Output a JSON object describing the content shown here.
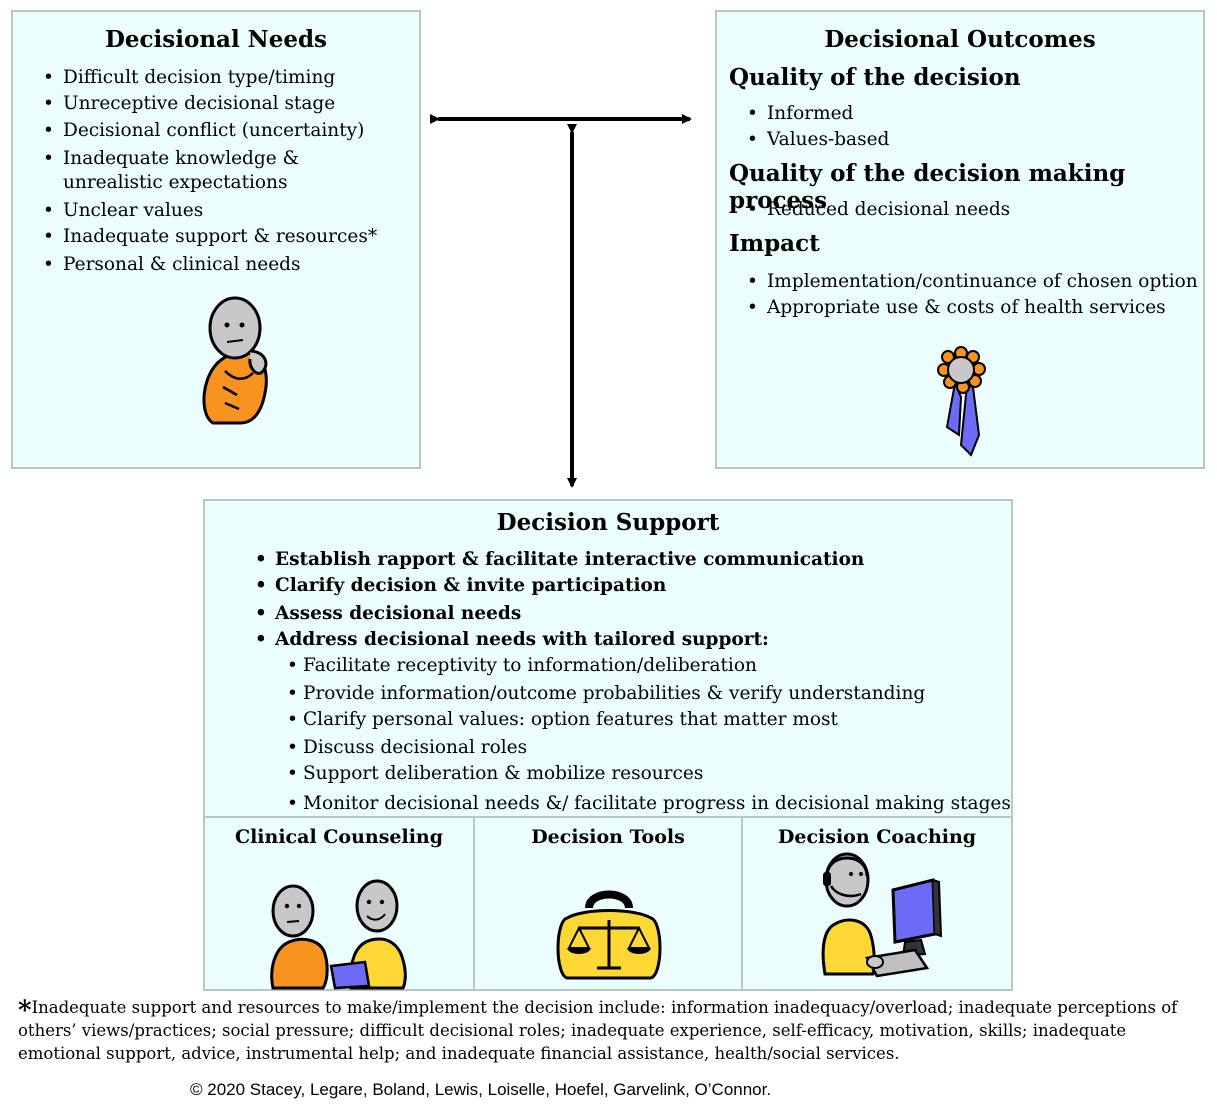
{
  "needs": {
    "title": "Decisional Needs",
    "items": [
      "Difficult decision type/timing",
      "Unreceptive decisional stage",
      "Decisional conflict (uncertainty)",
      "Inadequate knowledge & unrealistic expectations",
      "Unclear values",
      "Inadequate support & resources*",
      "Personal & clinical needs"
    ]
  },
  "outcomes": {
    "title": "Decisional Outcomes",
    "quality_decision": {
      "heading": "Quality of the decision",
      "items": [
        "Informed",
        "Values-based"
      ]
    },
    "quality_process": {
      "heading": "Quality of the decision making process",
      "items": [
        "Reduced decisional needs"
      ]
    },
    "impact": {
      "heading": "Impact",
      "items": [
        "Implementation/continuance of chosen option",
        "Appropriate use & costs of health services"
      ]
    }
  },
  "support": {
    "title": "Decision Support",
    "items": [
      "Establish rapport & facilitate interactive communication",
      "Clarify decision & invite participation",
      "Assess decisional needs",
      "Address decisional needs with tailored support:"
    ],
    "subitems": [
      "Facilitate receptivity to information/deliberation",
      "Provide information/outcome probabilities & verify understanding",
      "Clarify personal values: option features that matter most",
      "Discuss decisional roles",
      "Support deliberation & mobilize resources",
      "Monitor decisional needs &/ facilitate progress in decisional making stages"
    ],
    "cells": [
      "Clinical Counseling",
      "Decision Tools",
      "Decision Coaching"
    ]
  },
  "footnote": {
    "star": "*",
    "text": "Inadequate support and resources to make/implement the decision include: information inadequacy/overload; inadequate perceptions of others’ views/practices; social pressure; difficult decisional roles; inadequate experience, self-efficacy, motivation, skills; inadequate emotional support, advice, instrumental help; and inadequate financial assistance, health/social services."
  },
  "copyright": "© 2020 Stacey, Legare, Boland, Lewis, Loiselle, Hoefel, Garvelink, O’Connor.",
  "colors": {
    "box_fill": "#ecfdfd",
    "box_border": "#b9c6c6",
    "orange": "#f7931e",
    "yellow": "#fdd835",
    "blue": "#6b6bf5",
    "gray_face": "#c8c8c8"
  },
  "icons": [
    "thinking-person-icon",
    "ribbon-award-icon",
    "two-people-icon",
    "scales-bag-icon",
    "coach-headset-computer-icon"
  ]
}
